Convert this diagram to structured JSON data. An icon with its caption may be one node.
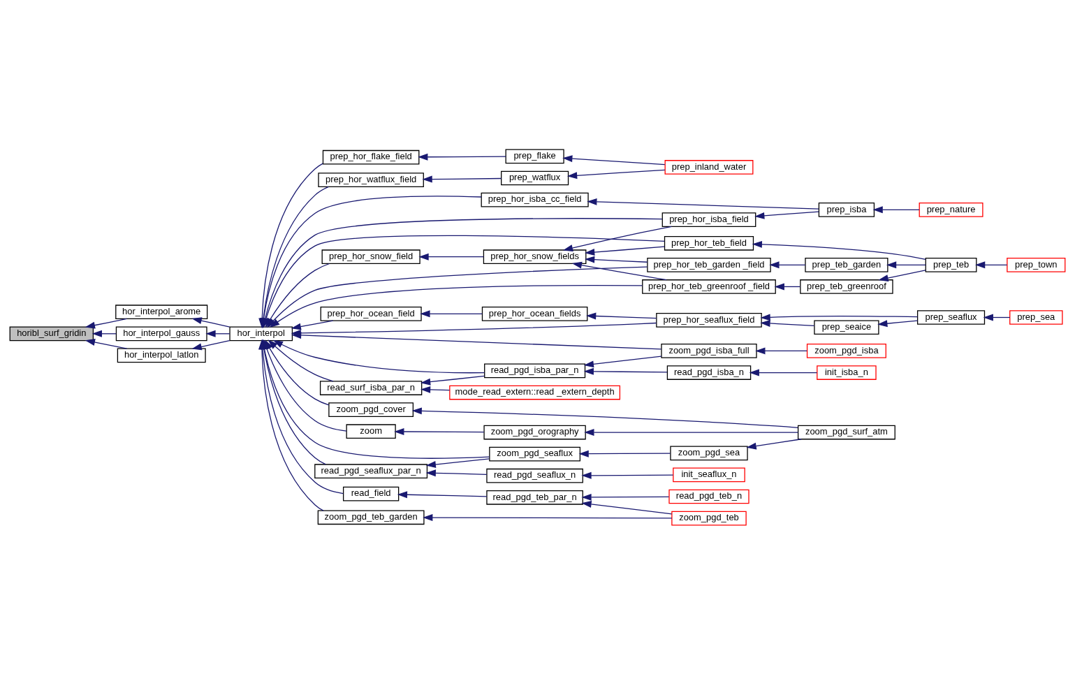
{
  "diagram": {
    "nodes": [
      {
        "text": [
          "horibl_surf_gridin"
        ]
      },
      {
        "text": [
          "hor_interpol_arome"
        ]
      },
      {
        "text": [
          "hor_interpol_gauss"
        ]
      },
      {
        "text": [
          "hor_interpol_latlon"
        ]
      },
      {
        "text": [
          "hor_interpol"
        ]
      },
      {
        "text": [
          "prep_hor_watflux_field"
        ]
      },
      {
        "text": [
          "prep_hor_flake_field"
        ]
      },
      {
        "text": [
          "prep_hor_isba_cc_field"
        ]
      },
      {
        "text": [
          "prep_hor_isba_field"
        ]
      },
      {
        "text": [
          "prep_hor_teb_field"
        ]
      },
      {
        "text": [
          "prep_hor_snow_field"
        ]
      },
      {
        "text": [
          "prep_hor_snow_fields"
        ]
      },
      {
        "text": [
          "prep_hor_teb_garden _field"
        ]
      },
      {
        "text": [
          "prep_hor_teb_greenroof _field"
        ]
      },
      {
        "text": [
          "prep_hor_ocean_field"
        ]
      },
      {
        "text": [
          "prep_hor_ocean_fields"
        ]
      },
      {
        "text": [
          "prep_hor_seaflux_field"
        ]
      },
      {
        "text": [
          "read_pgd_isba_par_n"
        ]
      },
      {
        "text": [
          "read_surf_isba_par_n"
        ]
      },
      {
        "text": [
          "mode_read_extern::read _extern_depth"
        ]
      },
      {
        "text": [
          "zoom_pgd_isba_full"
        ]
      },
      {
        "text": [
          "read_pgd_seaflux_par_n"
        ]
      },
      {
        "text": [
          "zoom_pgd_seaflux"
        ]
      },
      {
        "text": [
          "zoom_pgd_cover"
        ]
      },
      {
        "text": [
          "zoom"
        ]
      },
      {
        "text": [
          "zoom_pgd_orography"
        ]
      },
      {
        "text": [
          "read_field"
        ]
      },
      {
        "text": [
          "read_pgd_teb_par_n"
        ]
      },
      {
        "text": [
          "zoom_pgd_teb_garden"
        ]
      },
      {
        "text": [
          "prep_watflux"
        ]
      },
      {
        "text": [
          "prep_flake"
        ]
      },
      {
        "text": [
          "prep_inland_water"
        ]
      },
      {
        "text": [
          "prep_isba"
        ]
      },
      {
        "text": [
          "prep_nature"
        ]
      },
      {
        "text": [
          "prep_teb_garden"
        ]
      },
      {
        "text": [
          "prep_teb_greenroof"
        ]
      },
      {
        "text": [
          "prep_teb"
        ]
      },
      {
        "text": [
          "prep_town"
        ]
      },
      {
        "text": [
          "prep_seaflux"
        ]
      },
      {
        "text": [
          "prep_seaice"
        ]
      },
      {
        "text": [
          "prep_sea"
        ]
      },
      {
        "text": [
          "read_pgd_isba_n"
        ]
      },
      {
        "text": [
          "init_isba_n"
        ]
      },
      {
        "text": [
          "zoom_pgd_isba"
        ]
      },
      {
        "text": [
          "read_pgd_seaflux_n"
        ]
      },
      {
        "text": [
          "init_seaflux_n"
        ]
      },
      {
        "text": [
          "zoom_pgd_sea"
        ]
      },
      {
        "text": [
          "zoom_pgd_surf_atm"
        ]
      },
      {
        "text": [
          "read_pgd_teb_n"
        ]
      },
      {
        "text": [
          "zoom_pgd_teb"
        ]
      }
    ],
    "edges": [
      {
        "from": 1,
        "to": 0,
        "arrow": "to"
      },
      {
        "from": 2,
        "to": 0,
        "arrow": "to"
      },
      {
        "from": 3,
        "to": 0,
        "arrow": "to"
      },
      {
        "from": 4,
        "to": 1,
        "arrow": "to"
      },
      {
        "from": 4,
        "to": 2,
        "arrow": "to"
      },
      {
        "from": 4,
        "to": 3,
        "arrow": "to"
      },
      {
        "from": 5,
        "to": 4,
        "arrow": "to"
      },
      {
        "from": 6,
        "to": 4,
        "arrow": "to"
      },
      {
        "from": 7,
        "to": 4,
        "arrow": "to"
      },
      {
        "from": 8,
        "to": 4,
        "arrow": "to"
      },
      {
        "from": 9,
        "to": 4,
        "arrow": "to"
      },
      {
        "from": 10,
        "to": 4,
        "arrow": "to"
      },
      {
        "from": 12,
        "to": 4,
        "arrow": "to"
      },
      {
        "from": 13,
        "to": 4,
        "arrow": "to"
      },
      {
        "from": 14,
        "to": 4,
        "arrow": "to"
      },
      {
        "from": 16,
        "to": 4,
        "arrow": "to"
      },
      {
        "from": 17,
        "to": 4,
        "arrow": "to"
      },
      {
        "from": 18,
        "to": 4,
        "arrow": "to"
      },
      {
        "from": 20,
        "to": 4,
        "arrow": "to"
      },
      {
        "from": 21,
        "to": 4,
        "arrow": "to"
      },
      {
        "from": 22,
        "to": 4,
        "arrow": "to"
      },
      {
        "from": 23,
        "to": 4,
        "arrow": "to"
      },
      {
        "from": 24,
        "to": 4,
        "arrow": "to"
      },
      {
        "from": 26,
        "to": 4,
        "arrow": "to"
      },
      {
        "from": 28,
        "to": 4,
        "arrow": "to"
      },
      {
        "from": 29,
        "to": 5,
        "arrow": "to"
      },
      {
        "from": 31,
        "to": 29,
        "arrow": "to"
      },
      {
        "from": 30,
        "to": 6,
        "arrow": "to"
      },
      {
        "from": 31,
        "to": 30,
        "arrow": "to"
      },
      {
        "from": 32,
        "to": 7,
        "arrow": "to"
      },
      {
        "from": 32,
        "to": 8,
        "arrow": "to"
      },
      {
        "from": 33,
        "to": 32,
        "arrow": "to"
      },
      {
        "from": 8,
        "to": 11,
        "arrow": "to"
      },
      {
        "from": 9,
        "to": 11,
        "arrow": "to"
      },
      {
        "from": 12,
        "to": 11,
        "arrow": "to"
      },
      {
        "from": 13,
        "to": 11,
        "arrow": "to"
      },
      {
        "from": 11,
        "to": 10,
        "arrow": "to"
      },
      {
        "from": 36,
        "to": 9,
        "arrow": "to"
      },
      {
        "from": 34,
        "to": 12,
        "arrow": "to"
      },
      {
        "from": 35,
        "to": 13,
        "arrow": "to"
      },
      {
        "from": 36,
        "to": 34,
        "arrow": "to"
      },
      {
        "from": 36,
        "to": 35,
        "arrow": "to"
      },
      {
        "from": 37,
        "to": 36,
        "arrow": "to"
      },
      {
        "from": 15,
        "to": 14,
        "arrow": "to"
      },
      {
        "from": 16,
        "to": 15,
        "arrow": "to"
      },
      {
        "from": 38,
        "to": 16,
        "arrow": "to"
      },
      {
        "from": 39,
        "to": 16,
        "arrow": "to"
      },
      {
        "from": 38,
        "to": 39,
        "arrow": "to"
      },
      {
        "from": 40,
        "to": 38,
        "arrow": "to"
      },
      {
        "from": 41,
        "to": 17,
        "arrow": "to"
      },
      {
        "from": 20,
        "to": 17,
        "arrow": "to"
      },
      {
        "from": 42,
        "to": 41,
        "arrow": "to"
      },
      {
        "from": 17,
        "to": 18,
        "arrow": "to"
      },
      {
        "from": 19,
        "to": 18,
        "arrow": "to"
      },
      {
        "from": 43,
        "to": 20,
        "arrow": "to"
      },
      {
        "from": 44,
        "to": 21,
        "arrow": "to"
      },
      {
        "from": 22,
        "to": 21,
        "arrow": "to"
      },
      {
        "from": 45,
        "to": 44,
        "arrow": "to"
      },
      {
        "from": 46,
        "to": 22,
        "arrow": "to"
      },
      {
        "from": 47,
        "to": 46,
        "arrow": "to"
      },
      {
        "from": 47,
        "to": 23,
        "arrow": "to"
      },
      {
        "from": 25,
        "to": 24,
        "arrow": "to"
      },
      {
        "from": 47,
        "to": 25,
        "arrow": "to"
      },
      {
        "from": 27,
        "to": 26,
        "arrow": "to"
      },
      {
        "from": 48,
        "to": 27,
        "arrow": "to"
      },
      {
        "from": 49,
        "to": 27,
        "arrow": "to"
      },
      {
        "from": 49,
        "to": 28,
        "arrow": "to"
      }
    ]
  }
}
